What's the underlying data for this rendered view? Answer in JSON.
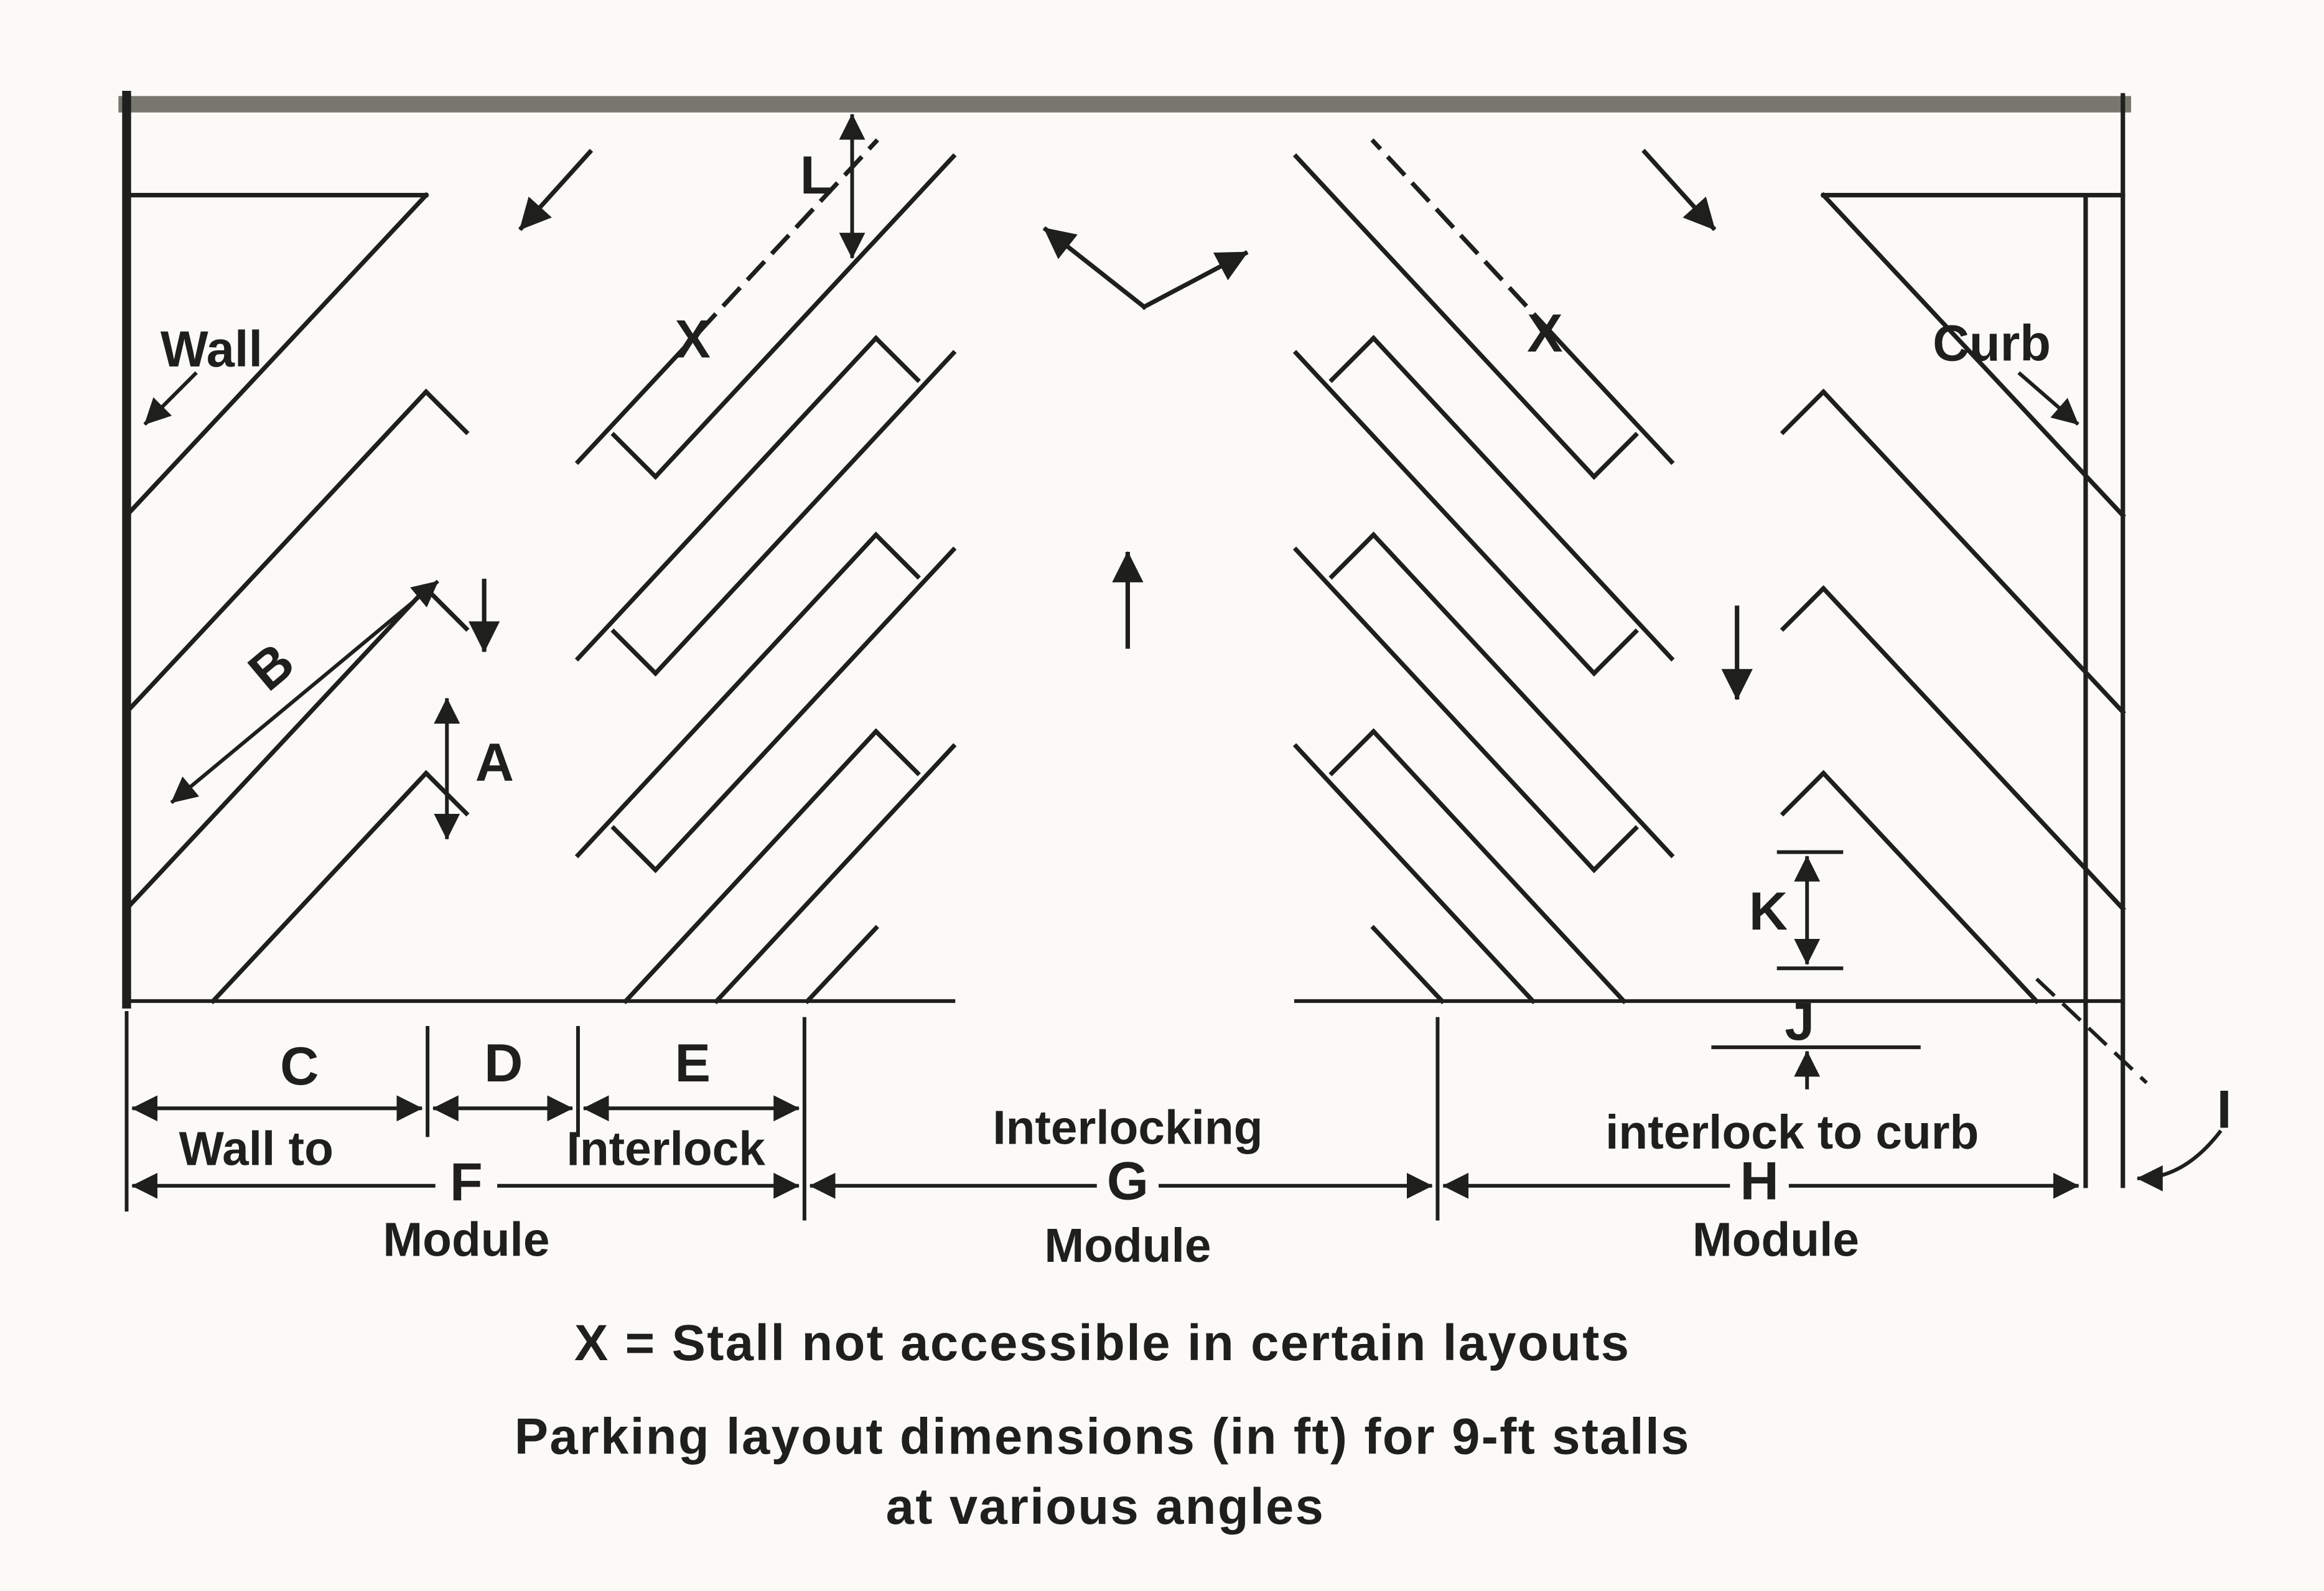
{
  "diagram": {
    "side_labels": {
      "wall": "Wall",
      "curb": "Curb"
    },
    "stall_markers": {
      "x_left": "X",
      "x_right": "X"
    },
    "dimensions": {
      "a": "A",
      "b": "B",
      "c": "C",
      "d": "D",
      "e": "E",
      "f": "F",
      "g": "G",
      "h": "H",
      "i": "I",
      "j": "J",
      "k": "K",
      "l": "L"
    },
    "dimension_texts": {
      "wall_to": "Wall to",
      "interlock": "Interlock",
      "interlocking": "Interlocking",
      "interlock_to_curb": "interlock to curb",
      "module_f": "Module",
      "module_g": "Module",
      "module_h": "Module"
    },
    "captions": {
      "x_note": "X = Stall not accessible in certain layouts",
      "title_line_1": "Parking layout dimensions (in ft) for 9-ft stalls",
      "title_line_2": "at various angles"
    },
    "colors": {
      "ink": "#1f1f1d",
      "paper": "#fbfaf6",
      "top_band": "#77776f"
    }
  }
}
